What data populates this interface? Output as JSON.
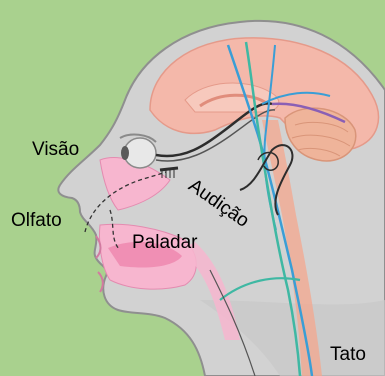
{
  "labels": {
    "vision": "Visão",
    "smell": "Olfato",
    "taste": "Paladar",
    "hearing": "Audição",
    "touch": "Tato"
  },
  "colors": {
    "background": "#a9d18e",
    "skin": "#d2d2d2",
    "skin_outline": "#8f8f8f",
    "brain": "#f4b8aa",
    "cerebellum": "#efb49a",
    "nasal_mouth": "#f7b6cf",
    "nerve_optic": "#2d2d2d",
    "nerve_blue": "#3a9ed6",
    "nerve_teal": "#3fb8a3",
    "nerve_purple": "#8a5fb5",
    "spinal": "#f4a78d"
  }
}
